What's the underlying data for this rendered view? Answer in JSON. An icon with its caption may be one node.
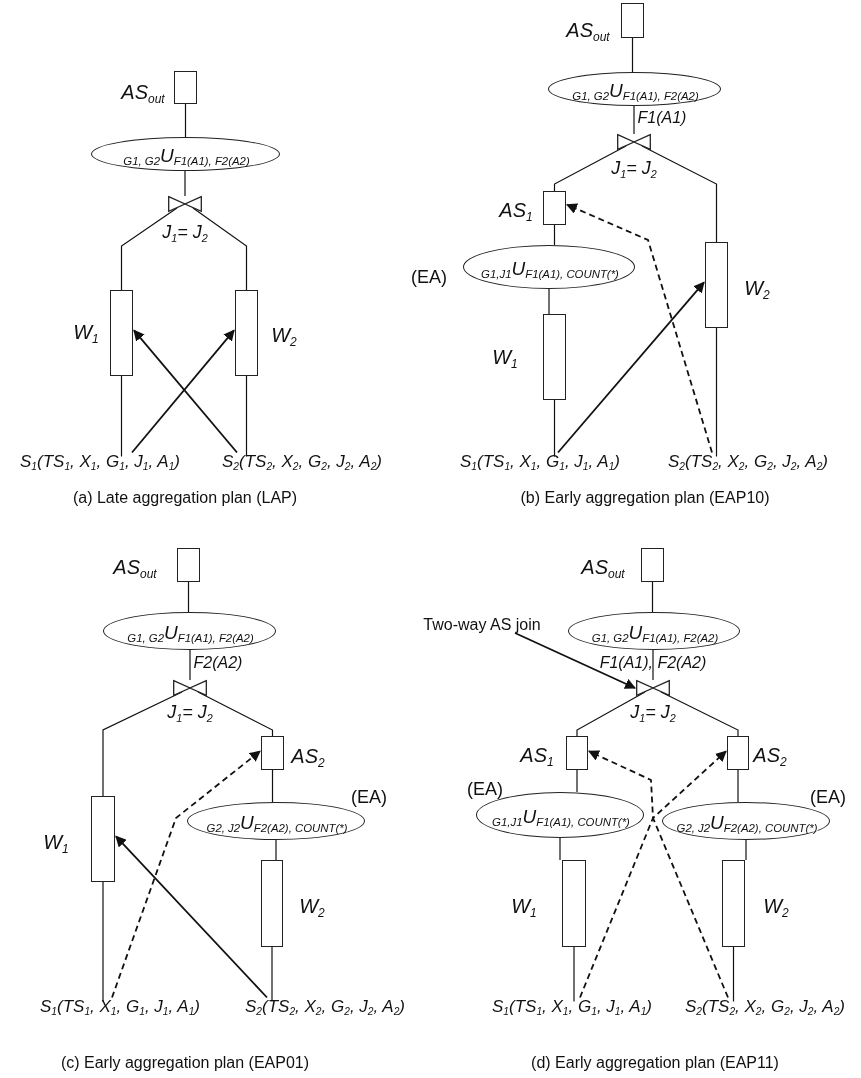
{
  "diagram": {
    "nodes": [
      {
        "text": [
          "AS$_{out}$"
        ]
      },
      {
        "text": [
          "$_{G1, G2}$U$_{F1(A1), F2(A2)}$"
        ]
      },
      {
        "text": [
          "J$_{1}$= J$_{2}$"
        ]
      },
      {
        "text": [
          "W$_{1}$"
        ]
      },
      {
        "text": [
          "W$_{2}$"
        ]
      },
      {
        "text": [
          "S$_{1}$(TS$_{1}$, X$_{1}$, G$_{1}$, J$_{1}$, A$_{1}$)"
        ]
      },
      {
        "text": [
          "S$_{2}$(TS$_{2}$, X$_{2}$, G$_{2}$, J$_{2}$, A$_{2}$)"
        ]
      },
      {
        "text": [
          "AS$_{out}$"
        ]
      },
      {
        "text": [
          "$_{G1, G2}$U$_{F1(A1), F2(A2)}$"
        ]
      },
      {
        "text": [
          "J$_{1}$= J$_{2}$"
        ],
        "beside": [
          "F1(A1)"
        ]
      },
      {
        "text": [
          "AS$_{1}$"
        ]
      },
      {
        "text": [
          "$_{G1,J1}$U$_{F1(A1), COUNT(*)}$"
        ],
        "beside": [
          "(EA)"
        ]
      },
      {
        "text": [
          "W$_{2}$"
        ]
      },
      {
        "text": [
          "W$_{1}$"
        ]
      },
      {
        "text": [
          "S$_{1}$(TS$_{1}$, X$_{1}$, G$_{1}$, J$_{1}$, A$_{1}$)"
        ]
      },
      {
        "text": [
          "S$_{2}$(TS$_{2}$, X$_{2}$, G$_{2}$, J$_{2}$, A$_{2}$)"
        ]
      },
      {
        "text": [
          "AS$_{out}$"
        ]
      },
      {
        "text": [
          "$_{G1, G2}$U$_{F1(A1), F2(A2)}$"
        ]
      },
      {
        "text": [
          "J$_{1}$= J$_{2}$"
        ],
        "beside": [
          "F2(A2)"
        ]
      },
      {
        "text": [
          "AS$_{2}$"
        ]
      },
      {
        "text": [
          "W$_{1}$"
        ]
      },
      {
        "text": [
          "$_{G2, J2}$U$_{F2(A2), COUNT(*)}$"
        ],
        "beside": [
          "(EA)"
        ]
      },
      {
        "text": [
          "W$_{2}$"
        ]
      },
      {
        "text": [
          "S$_{1}$(TS$_{1}$, X$_{1}$, G$_{1}$, J$_{1}$, A$_{1}$)"
        ]
      },
      {
        "text": [
          "S$_{2}$(TS$_{2}$, X$_{2}$, G$_{2}$, J$_{2}$, A$_{2}$)"
        ]
      },
      {
        "text": [
          "AS$_{out}$"
        ]
      },
      {
        "text": [
          "Two-way AS join"
        ]
      },
      {
        "text": [
          "$_{G1, G2}$U$_{F1(A1), F2(A2)}$"
        ]
      },
      {
        "text": [
          "J$_{1}$= J$_{2}$"
        ],
        "beside": [
          "F1(A1), F2(A2)"
        ]
      },
      {
        "text": [
          "AS$_{1}$"
        ]
      },
      {
        "text": [
          "AS$_{2}$"
        ]
      },
      {
        "text": [
          "$_{G1,J1}$U$_{F1(A1), COUNT(*)}$"
        ],
        "beside": [
          "(EA)"
        ]
      },
      {
        "text": [
          "$_{G2, J2}$U$_{F2(A2), COUNT(*)}$"
        ],
        "beside": [
          "(EA)"
        ]
      },
      {
        "text": [
          "W$_{1}$"
        ]
      },
      {
        "text": [
          "W$_{2}$"
        ]
      },
      {
        "text": [
          "S$_{1}$(TS$_{1}$, X$_{1}$, G$_{1}$, J$_{1}$, A$_{1}$)"
        ]
      },
      {
        "text": [
          "S$_{2}$(TS$_{2}$, X$_{2}$, G$_{2}$, J$_{2}$, A$_{2}$)"
        ]
      }
    ],
    "edges": [
      {
        "from": 5,
        "to": 3,
        "arrow": "none"
      },
      {
        "from": 3,
        "to": 2,
        "arrow": "none"
      },
      {
        "from": 6,
        "to": 4,
        "arrow": "none"
      },
      {
        "from": 4,
        "to": 2,
        "arrow": "none"
      },
      {
        "from": 2,
        "to": 1,
        "arrow": "none"
      },
      {
        "from": 1,
        "to": 0,
        "arrow": "none"
      },
      {
        "from": 5,
        "to": 4,
        "arrow": "to"
      },
      {
        "from": 6,
        "to": 3,
        "arrow": "to"
      },
      {
        "from": 14,
        "to": 13,
        "arrow": "none"
      },
      {
        "from": 13,
        "to": 11,
        "arrow": "none"
      },
      {
        "from": 11,
        "to": 10,
        "arrow": "none"
      },
      {
        "from": 10,
        "to": 9,
        "arrow": "none"
      },
      {
        "from": 15,
        "to": 12,
        "arrow": "none"
      },
      {
        "from": 12,
        "to": 9,
        "arrow": "none"
      },
      {
        "from": 9,
        "to": 8,
        "arrow": "none"
      },
      {
        "from": 8,
        "to": 7,
        "arrow": "none"
      },
      {
        "from": 14,
        "to": 12,
        "arrow": "to"
      },
      {
        "from": 15,
        "to": 10,
        "arrow": "to",
        "style": "dashed"
      },
      {
        "from": 23,
        "to": 20,
        "arrow": "none"
      },
      {
        "from": 20,
        "to": 18,
        "arrow": "none"
      },
      {
        "from": 24,
        "to": 22,
        "arrow": "none"
      },
      {
        "from": 22,
        "to": 21,
        "arrow": "none"
      },
      {
        "from": 21,
        "to": 19,
        "arrow": "none"
      },
      {
        "from": 19,
        "to": 18,
        "arrow": "none"
      },
      {
        "from": 18,
        "to": 17,
        "arrow": "none"
      },
      {
        "from": 17,
        "to": 16,
        "arrow": "none"
      },
      {
        "from": 23,
        "to": 19,
        "arrow": "to",
        "style": "dashed"
      },
      {
        "from": 24,
        "to": 20,
        "arrow": "to"
      },
      {
        "from": 35,
        "to": 33,
        "arrow": "none"
      },
      {
        "from": 33,
        "to": 31,
        "arrow": "none"
      },
      {
        "from": 31,
        "to": 29,
        "arrow": "none"
      },
      {
        "from": 29,
        "to": 28,
        "arrow": "none"
      },
      {
        "from": 36,
        "to": 34,
        "arrow": "none"
      },
      {
        "from": 34,
        "to": 32,
        "arrow": "none"
      },
      {
        "from": 32,
        "to": 30,
        "arrow": "none"
      },
      {
        "from": 30,
        "to": 28,
        "arrow": "none"
      },
      {
        "from": 28,
        "to": 27,
        "arrow": "none"
      },
      {
        "from": 27,
        "to": 25,
        "arrow": "none"
      },
      {
        "from": 35,
        "to": 30,
        "arrow": "to",
        "style": "dashed"
      },
      {
        "from": 36,
        "to": 29,
        "arrow": "to",
        "style": "dashed"
      },
      {
        "from": 26,
        "to": 28,
        "arrow": "to"
      }
    ],
    "labels": [
      "(a) Late aggregation plan (LAP)",
      "(b) Early aggregation plan (EAP10)",
      "(c) Early aggregation plan (EAP01)",
      "(d) Early aggregation plan (EAP11)"
    ]
  }
}
